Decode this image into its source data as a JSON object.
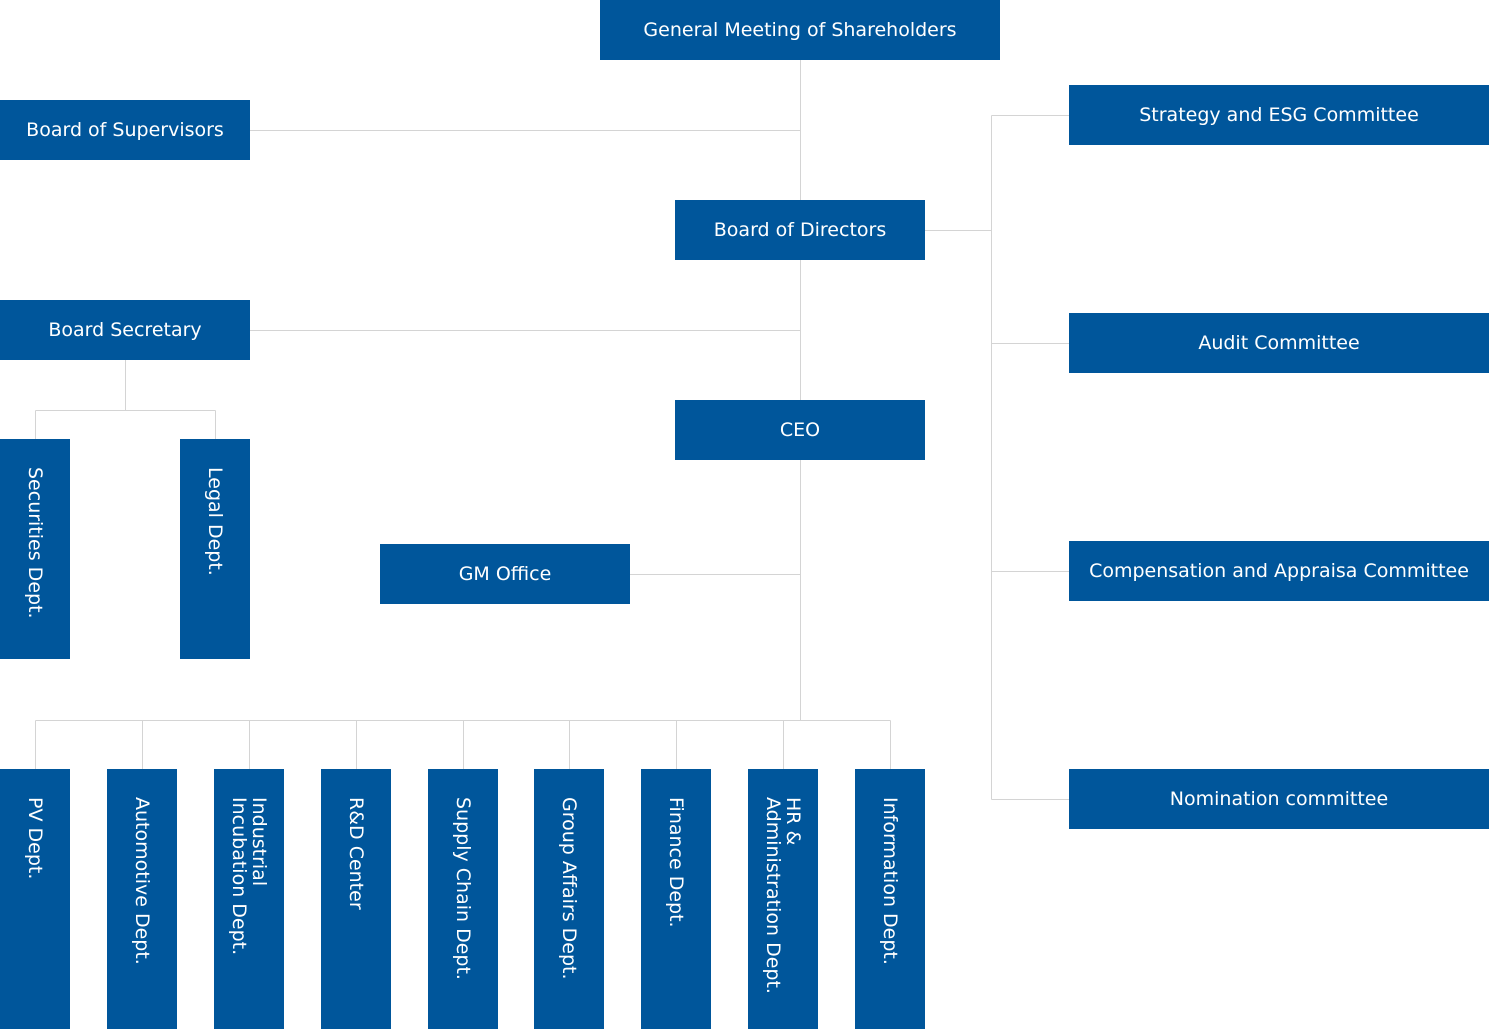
{
  "colors": {
    "box_fill": "#00569b",
    "box_text": "#ffffff",
    "connector": "#d4d4d4",
    "background": "#ffffff"
  },
  "nodes": {
    "general_meeting": "General Meeting of Shareholders",
    "board_supervisors": "Board of Supervisors",
    "board_directors": "Board of Directors",
    "board_secretary": "Board Secretary",
    "ceo": "CEO",
    "gm_office": "GM Office",
    "securities_dept": "Securities Dept.",
    "legal_dept": "Legal Dept."
  },
  "committees": [
    "Strategy and ESG Committee",
    "Audit Committee",
    "Compensation and Appraisa Committee",
    "Nomination committee"
  ],
  "departments": [
    "PV Dept.",
    "Automotive Dept.",
    "Industrial\nIncubation Dept.",
    "R&D Center",
    "Supply Chain Dept.",
    "Group Affairs Dept.",
    "Finance Dept.",
    "HR &\nAdministration Dept.",
    "Information Dept."
  ]
}
